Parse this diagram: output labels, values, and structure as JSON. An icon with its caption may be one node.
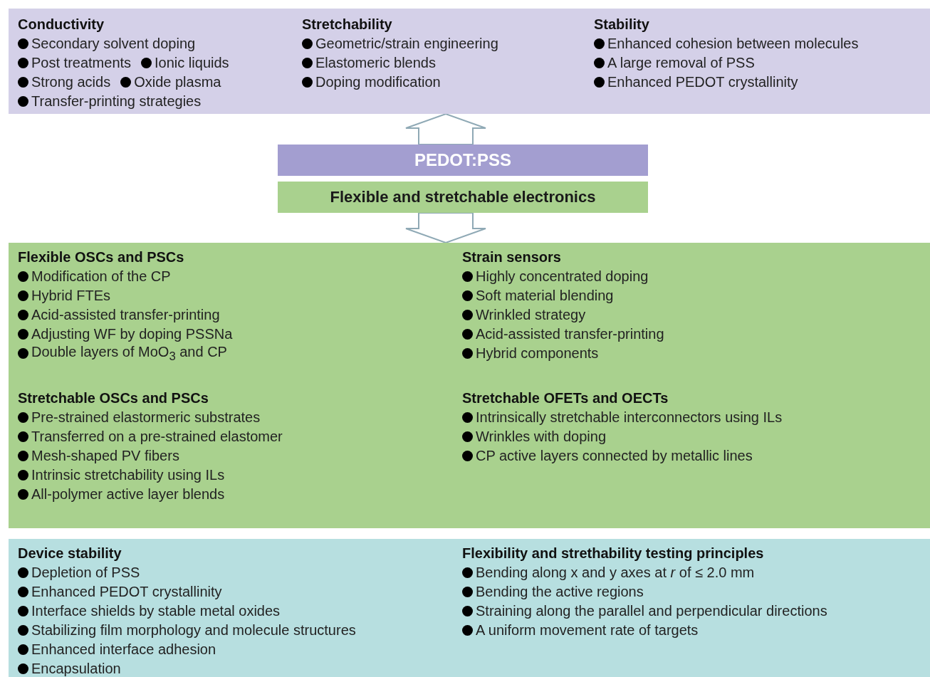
{
  "diagram": {
    "nodes": [
      {
        "text": [
          "Conductivity",
          "Secondary solvent doping",
          "Post treatments",
          "Ionic liquids",
          "Strong acids",
          "Oxide plasma",
          "Transfer-printing strategies",
          "Stretchability",
          "Geometric/strain engineering",
          "Elastomeric blends",
          "Doping modification",
          "Stability",
          "Enhanced cohesion between molecules",
          "A large removal of PSS",
          "Enhanced PEDOT crystallinity"
        ]
      },
      {
        "text": [
          "PEDOT:PSS"
        ]
      },
      {
        "text": [
          "Flexible and stretchable electronics"
        ]
      },
      {
        "text": [
          "Flexible OSCs and PSCs",
          "Modification of the CP",
          "Hybrid FTEs",
          "Acid-assisted transfer-printing",
          "Adjusting WF by doping PSSNa",
          "Double layers of MoO$_{3}$ and CP",
          "Strain sensors",
          "Highly concentrated doping",
          "Soft material blending",
          "Wrinkled strategy",
          "Acid-assisted transfer-printing",
          "Hybrid components",
          "Stretchable OSCs and PSCs",
          "Pre-strained elastormeric substrates",
          "Transferred on a pre-strained elastomer",
          "Mesh-shaped PV fibers",
          "Intrinsic stretchability using ILs",
          "All-polymer active layer blends",
          "Stretchable OFETs and OECTs",
          "Intrinsically stretchable interconnectors using ILs",
          "Wrinkles with doping",
          "CP active layers connected by metallic lines"
        ]
      },
      {
        "text": [
          "Device stability",
          "Depletion of PSS",
          "Enhanced PEDOT crystallinity",
          "Interface shields by stable metal oxides",
          "Stabilizing film morphology and molecule structures",
          "Enhanced interface adhesion",
          "Encapsulation",
          "Flexibility and strethability testing principles",
          "Bending along x and y axes at *r* of ≤ 2.0 mm",
          "Bending the active regions",
          "Straining along the parallel and perpendicular directions",
          "A uniform movement rate of targets"
        ]
      }
    ],
    "edges": [
      {
        "from": 1,
        "to": 0,
        "arrow": "to"
      },
      {
        "from": 2,
        "to": 3,
        "arrow": "to"
      }
    ]
  }
}
